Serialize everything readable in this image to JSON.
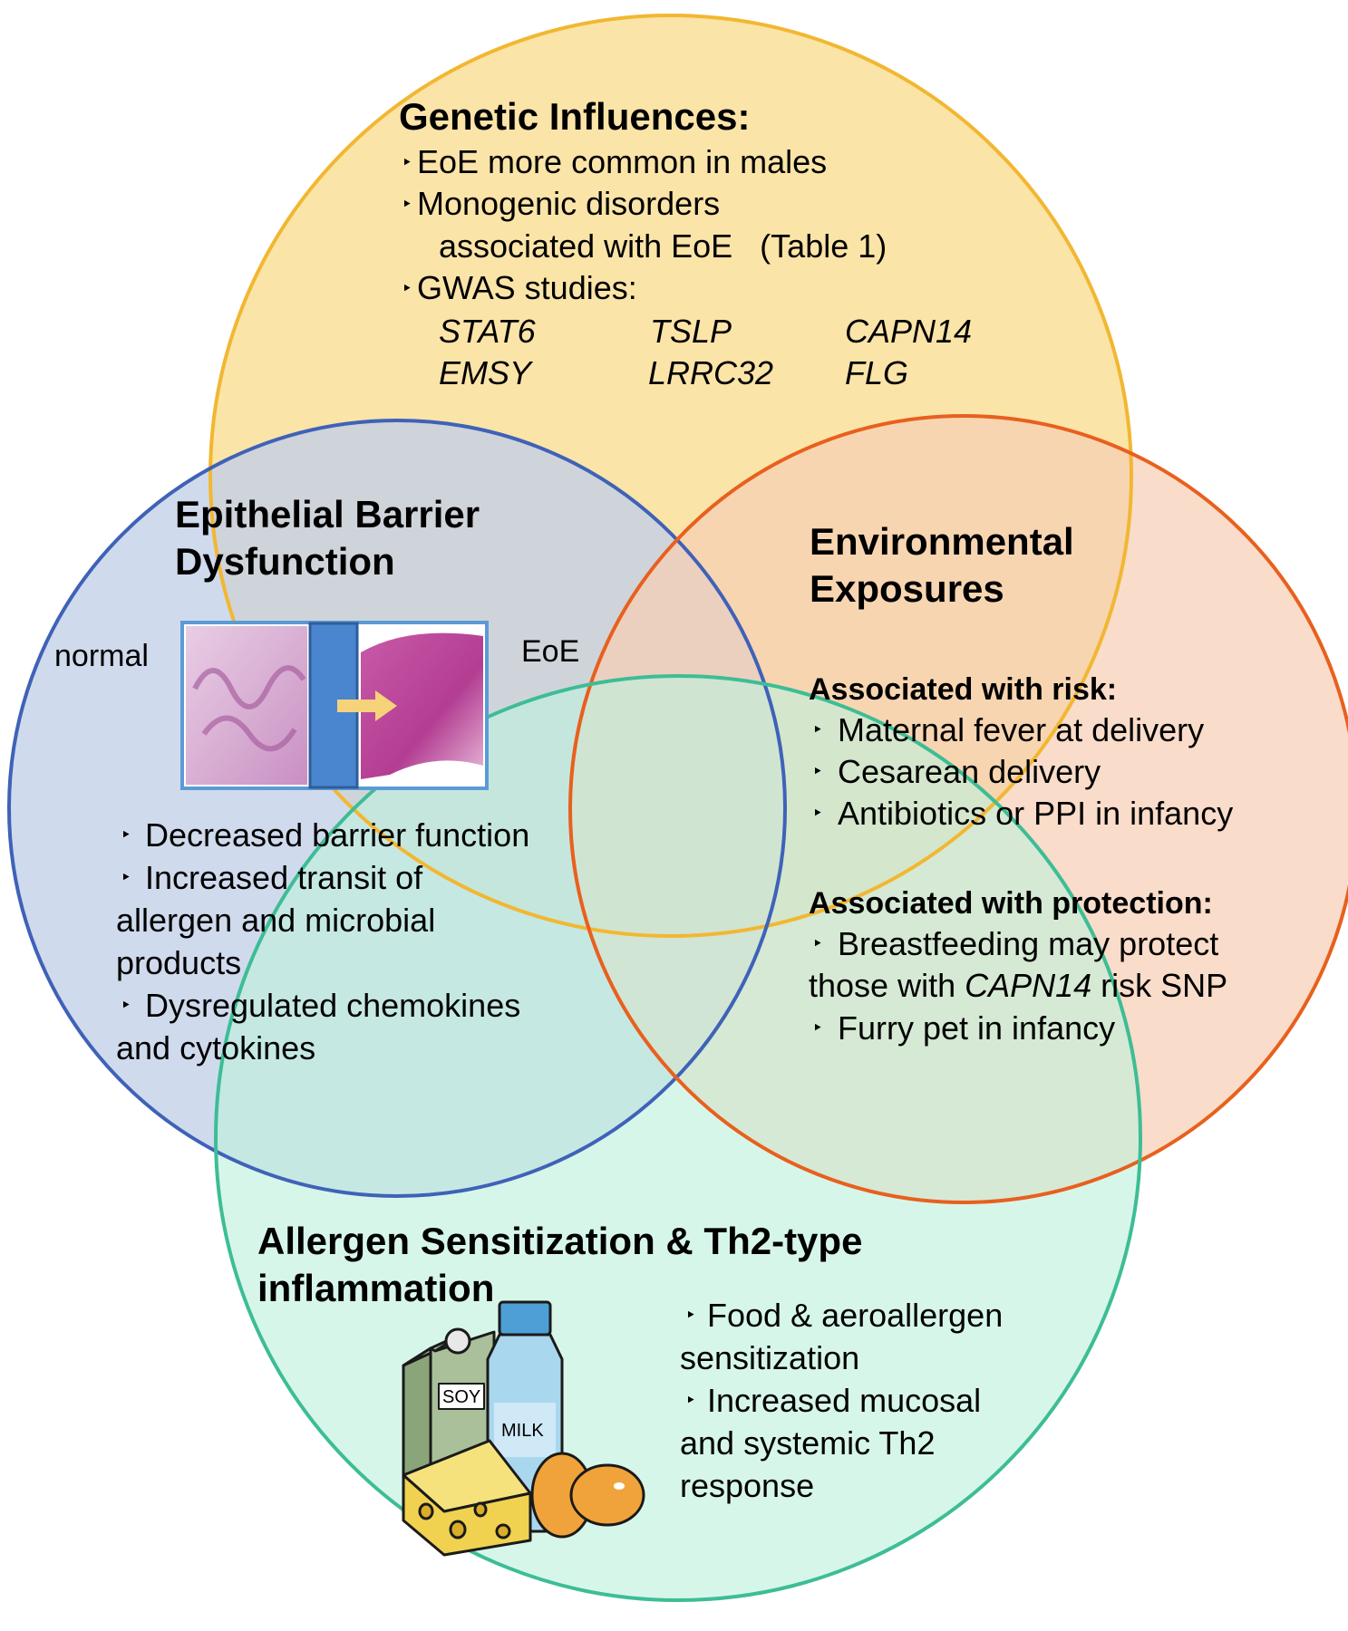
{
  "circles": {
    "genetic": {
      "fill": "#fbe4a8",
      "stroke": "#f2b731"
    },
    "epithelial": {
      "fill": "#c3cfe8",
      "stroke": "#3f62b8"
    },
    "environmental": {
      "fill": "#f7cfb4",
      "stroke": "#e8601e"
    },
    "allergen": {
      "fill": "#bff0dd",
      "stroke": "#3dbd96"
    }
  },
  "genetic": {
    "title": "Genetic Influences:",
    "bullets": [
      "EoE more common in males",
      "Monogenic disorders",
      "associated with EoE   (Table 1)",
      "GWAS studies:"
    ],
    "genes": [
      "STAT6",
      "TSLP",
      "CAPN14",
      "EMSY",
      "LRRC32",
      "FLG"
    ]
  },
  "epithelial": {
    "title_line1": "Epithelial Barrier",
    "title_line2": "Dysfunction",
    "label_normal": "normal",
    "label_eoe": "EoE",
    "bullets": [
      "Decreased barrier function",
      "Increased transit of",
      "allergen and microbial",
      "products",
      "Dysregulated chemokines",
      "and cytokines"
    ]
  },
  "environmental": {
    "title_line1": "Environmental",
    "title_line2": "Exposures",
    "risk_title": "Associated with risk:",
    "risk": [
      "Maternal fever at delivery",
      "Cesarean delivery",
      "Antibiotics or PPI in infancy"
    ],
    "protection_title": "Associated with protection:",
    "protection": {
      "line1": "Breastfeeding may protect",
      "line2_pre": "those with ",
      "line2_gene": "CAPN14",
      "line2_post": " risk SNP",
      "line3": "Furry pet in infancy"
    }
  },
  "allergen": {
    "title_line1": "Allergen Sensitization & Th2-type",
    "title_line2": "inflammation",
    "bullets": [
      "Food & aeroallergen",
      "sensitization",
      "Increased mucosal",
      "and systemic Th2",
      "response"
    ],
    "soy_label": "SOY",
    "milk_label": "MILK"
  },
  "bullet_glyph": "‣"
}
